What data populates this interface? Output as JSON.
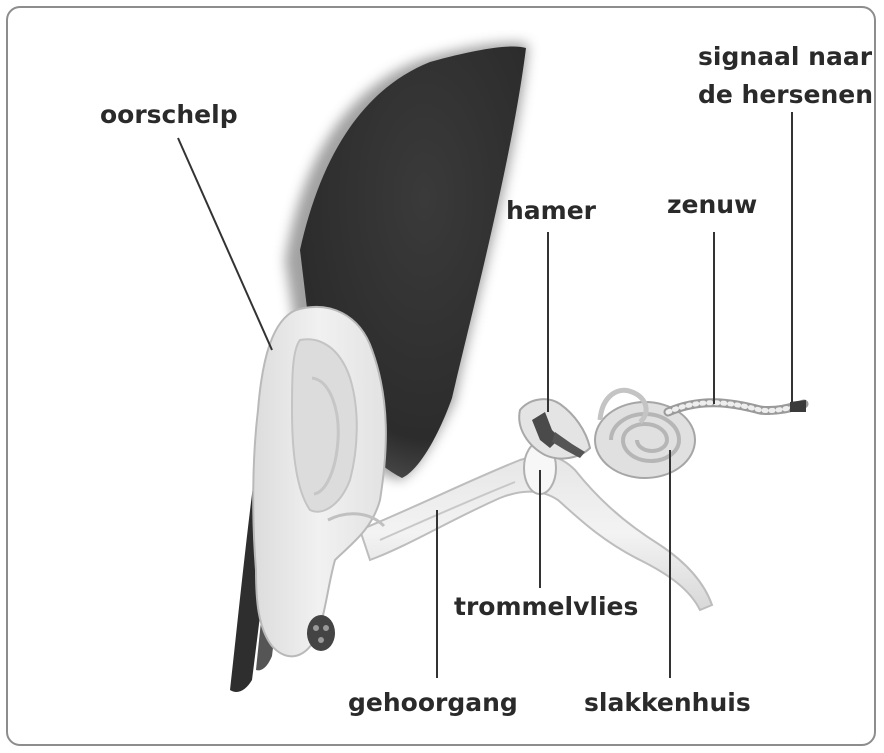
{
  "labels": {
    "oorschelp": "oorschelp",
    "signaal_line1": "signaal naar",
    "signaal_line2": "de hersenen",
    "hamer": "hamer",
    "zenuw": "zenuw",
    "trommelvlies": "trommelvlies",
    "gehoorgang": "gehoorgang",
    "slakkenhuis": "slakkenhuis"
  },
  "colors": {
    "hair": "#333333",
    "skin": "#ededed",
    "ear_shadow": "#cfcfcf",
    "leader_line": "#333333",
    "label_text": "#2a2a2a",
    "frame_border": "#8d8d8d"
  }
}
